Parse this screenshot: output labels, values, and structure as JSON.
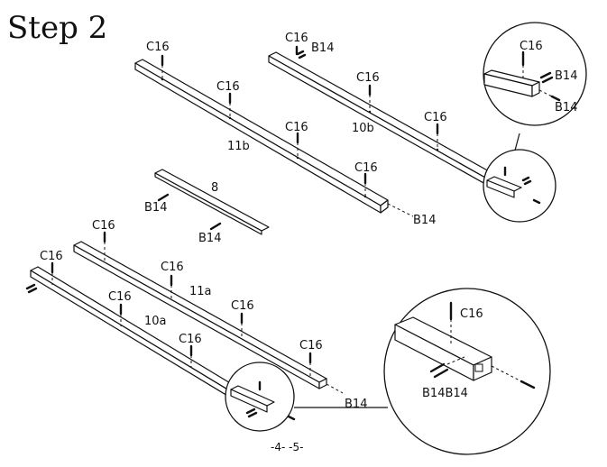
{
  "title": "Step 2",
  "footer": "-4- -5-",
  "parts": {
    "p11b": "11b",
    "p10b": "10b",
    "p8": "8",
    "p11a": "11a",
    "p10a": "10a"
  },
  "hardware": {
    "c16": "C16",
    "b14": "B14",
    "b14b14": "B14B14"
  }
}
